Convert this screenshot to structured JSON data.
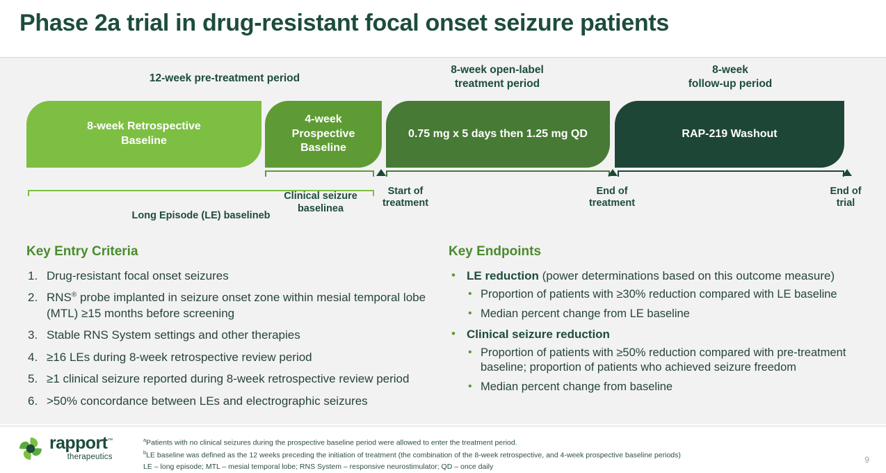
{
  "title": "Phase 2a trial in drug-resistant focal onset seizure patients",
  "timeline": {
    "periods": [
      {
        "label": "12-week pre-treatment period"
      },
      {
        "label": "8-week open-label\ntreatment period"
      },
      {
        "label": "8-week\nfollow-up period"
      }
    ],
    "bars": [
      {
        "label": "8-week Retrospective\nBaseline",
        "color": "#7dbf42"
      },
      {
        "label": "4-week\nProspective\nBaseline",
        "color": "#5f9b35"
      },
      {
        "label": "0.75 mg x 5 days then 1.25 mg QD",
        "color": "#477a35"
      },
      {
        "label": "RAP-219 Washout",
        "color": "#1e4637"
      }
    ],
    "markers": [
      {
        "label": "Clinical seizure\nbaseline",
        "sup": "a"
      },
      {
        "label": "Start of\ntreatment",
        "sup": ""
      },
      {
        "label": "End of\ntreatment",
        "sup": ""
      },
      {
        "label": "End of\ntrial",
        "sup": ""
      },
      {
        "label": "Long Episode (LE) baseline",
        "sup": "b"
      }
    ]
  },
  "entry_criteria": {
    "heading": "Key Entry Criteria",
    "items": [
      {
        "num": "1.",
        "text": "Drug-resistant focal onset seizures"
      },
      {
        "num": "2.",
        "pre": "RNS",
        "sup": "®",
        "post": " probe implanted in seizure onset zone within mesial temporal lobe (MTL) ≥15 months before screening"
      },
      {
        "num": "3.",
        "text": "Stable RNS System settings and other therapies"
      },
      {
        "num": "4.",
        "text": "≥16 LEs during 8-week retrospective review period"
      },
      {
        "num": "5.",
        "text": "≥1 clinical seizure reported during 8-week retrospective review period"
      },
      {
        "num": "6.",
        "text": ">50% concordance between LEs and electrographic seizures"
      }
    ]
  },
  "endpoints": {
    "heading": "Key Endpoints",
    "groups": [
      {
        "strong": "LE reduction",
        "rest": " (power determinations based on this outcome measure)",
        "subs": [
          "Proportion of patients with ≥30% reduction compared with LE baseline",
          "Median percent change from LE baseline"
        ]
      },
      {
        "strong": "Clinical seizure reduction",
        "rest": "",
        "subs": [
          "Proportion of patients with ≥50% reduction compared with pre-treatment baseline; proportion of patients who achieved seizure freedom",
          "Median percent change from baseline"
        ]
      }
    ]
  },
  "footer": {
    "logo_word": "rapport",
    "logo_tm": "™",
    "logo_sub": "therapeutics",
    "notes": [
      {
        "sup": "a",
        "text": "Patients with no clinical seizures during the prospective baseline period were allowed to enter the treatment period."
      },
      {
        "sup": "b",
        "text": "LE baseline was defined as the 12 weeks preceding the initiation of treatment (the combination of the 8-week retrospective, and 4-week prospective baseline periods)"
      },
      {
        "sup": "",
        "text": "LE – long episode; MTL – mesial temporal lobe; RNS System – responsive neurostimulator; QD – once daily"
      }
    ],
    "page_number": "9"
  }
}
